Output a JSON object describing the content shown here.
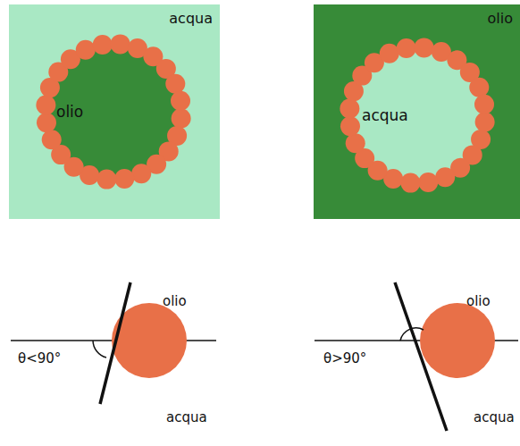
{
  "diagram": {
    "nodes": [
      {
        "text": [
          "acqua"
        ]
      },
      {
        "text": [
          "olio"
        ],
        "in": 0
      },
      {
        "text": [
          "olio"
        ]
      },
      {
        "text": [
          "acqua"
        ],
        "in": 2
      }
    ],
    "labels": [
      "olio",
      "acqua",
      "θ<90°",
      "olio",
      "acqua",
      "θ>90°"
    ]
  }
}
